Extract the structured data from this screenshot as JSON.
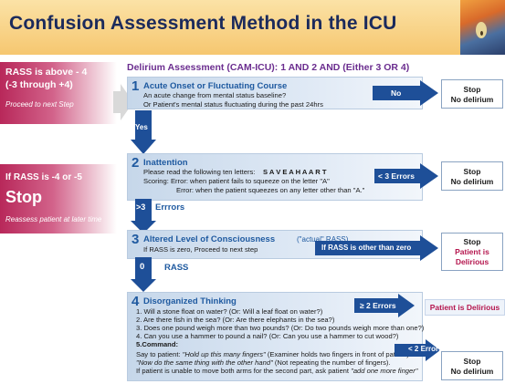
{
  "title": "Confusion Assessment Method in the ICU",
  "left_panels": {
    "rass_line1": "RASS is above - 4",
    "rass_line2": "(-3 through +4)",
    "proceed": "Proceed to next Step",
    "if_rass": "If RASS is -4 or -5",
    "stop": "Stop",
    "reassess": "Reassess patient at later time"
  },
  "assessment_title": "Delirium Assessment (CAM-ICU): 1 AND 2 AND (Either 3 OR 4)",
  "step1": {
    "num": "1",
    "heading": "Acute Onset or Fluctuating Course",
    "line1": "An acute change from mental status baseline?",
    "line2": "Or Patient's mental status fluctuating during the past 24hrs",
    "no_label": "No",
    "yes_label": "Yes",
    "out_line1": "Stop",
    "out_line2": "No delirium"
  },
  "step2": {
    "num": "2",
    "heading": "Inattention",
    "line1": "Please read the following ten letters:",
    "letters": "S A V E A H A A R T",
    "line2": "Scoring:  Error: when patient fails to squeeze on the letter \"A\"",
    "line3": "Error: when the patient squeezes on any letter other than \"A.\"",
    "lt3_label": "< 3 Errors",
    "gt3_label": ">3",
    "errors_label": "Errrors",
    "out_line1": "Stop",
    "out_line2": "No delirium"
  },
  "step3": {
    "num": "3",
    "heading_a": "Altered Level of Consciousness",
    "heading_b": "(\"actual\" RASS)",
    "line1": "If RASS is zero, Proceed to next step",
    "nonzero_label": "If RASS is other than zero",
    "zero_label": "0",
    "rass_label": "RASS",
    "out_line1": "Stop",
    "out_line2": "Patient is",
    "out_line3": "Delirious"
  },
  "step4": {
    "num": "4",
    "heading": "Disorganized Thinking",
    "q1": "1. Will a stone float on water? (Or: Will a leaf float on water?)",
    "q2": "2. Are there fish in the sea? (Or: Are there elephants in the sea?)",
    "q3": "3. Does one pound weigh more than two pounds? (Or: Do two pounds weigh more than one?)",
    "q4": "4. Can you use a hammer to pound a nail? (Or: Can you use a hammer to cut wood?)",
    "q5": "5.Command:",
    "say_a": "Say to patient: ",
    "say_b": "\"Hold up this many fingers\"",
    "say_c": " (Examiner holds two fingers in front of patient)",
    "now_a": "\"Now do the same thing with the other hand\"",
    "now_b": " (Not repeating the number of fingers).",
    "unable_a": "If patient is unable to move both arms for the second part, ask patient ",
    "unable_b": "\"add one more finger\"",
    "ge2_label": "≥ 2 Errors",
    "lt2_label": "< 2 Errors",
    "delirious": "Patient is Delirious",
    "out_line1": "Stop",
    "out_line2": "No delirium"
  },
  "colors": {
    "title": "#1b2a5c",
    "accent_blue": "#1f5aa0",
    "arrow_blue": "#1e4f98",
    "pink": "#b8285a",
    "purple": "#6b2d8f",
    "delirious_red": "#b5174f"
  }
}
